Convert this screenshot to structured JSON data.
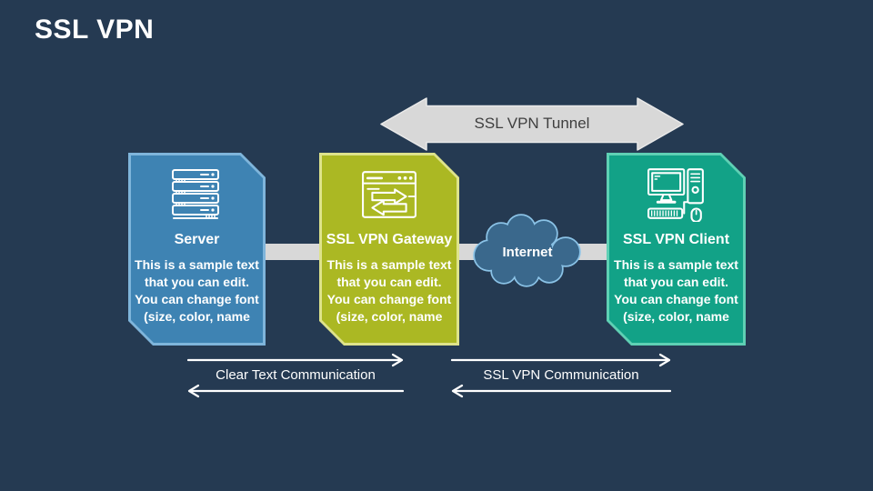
{
  "title": "SSL VPN",
  "tunnel": {
    "label": "SSL VPN Tunnel"
  },
  "internet_cloud": {
    "label": "Internet"
  },
  "nodes": [
    {
      "title": "Server",
      "icon": "server-rack-icon",
      "fill": "#3E83B3",
      "border": "#7FB5DB",
      "body_lines": [
        "This is a sample text",
        "that you can edit.",
        "You can change font",
        "(size, color, name"
      ]
    },
    {
      "title": "SSL VPN Gateway",
      "icon": "gateway-browser-swap-icon",
      "fill": "#ABB823",
      "border": "#DEE38B",
      "body_lines": [
        "This is a sample text",
        "that you can edit.",
        "You can change font",
        "(size, color, name"
      ]
    },
    {
      "title": "SSL VPN Client",
      "icon": "desktop-computer-icon",
      "fill": "#12A287",
      "border": "#5FD0B4",
      "body_lines": [
        "This is a sample text",
        "that you can edit.",
        "You can change font",
        "(size, color, name"
      ]
    }
  ],
  "flows": [
    {
      "label": "Clear Text Communication"
    },
    {
      "label": "SSL VPN Communication"
    }
  ],
  "colors": {
    "background": "#253A52",
    "tunnel_fill": "#D8D8D8",
    "tunnel_text": "#3F3F3F",
    "connector_bar": "#D8D8D8",
    "cloud_fill": "#3A688C",
    "cloud_border": "#8AC2E6",
    "text": "#FFFFFF"
  }
}
